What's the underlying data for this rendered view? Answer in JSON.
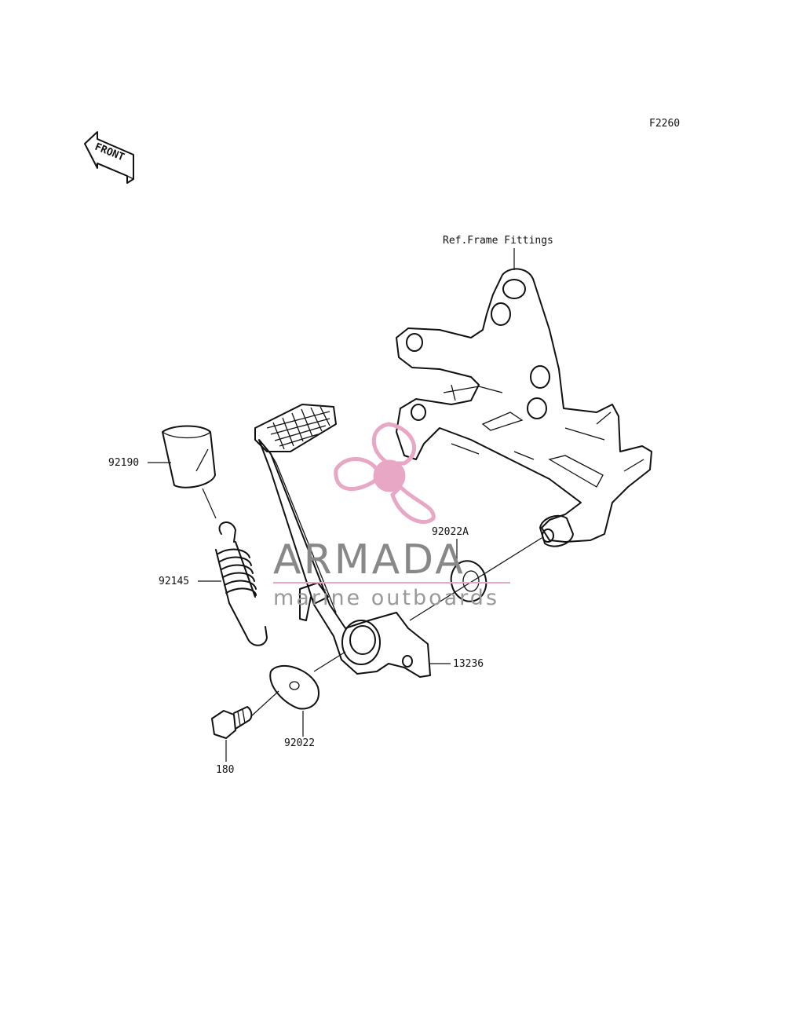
{
  "figure_code": "F2260",
  "front_label": "FRONT",
  "ref_label": "Ref.Frame Fittings",
  "parts": [
    {
      "number": "92190"
    },
    {
      "number": "92145"
    },
    {
      "number": "92022A"
    },
    {
      "number": "13236"
    },
    {
      "number": "92022"
    },
    {
      "number": "180"
    }
  ],
  "watermark": {
    "brand": "ARMADA",
    "tagline": "marine outboards",
    "color": "#e8a7c4"
  }
}
